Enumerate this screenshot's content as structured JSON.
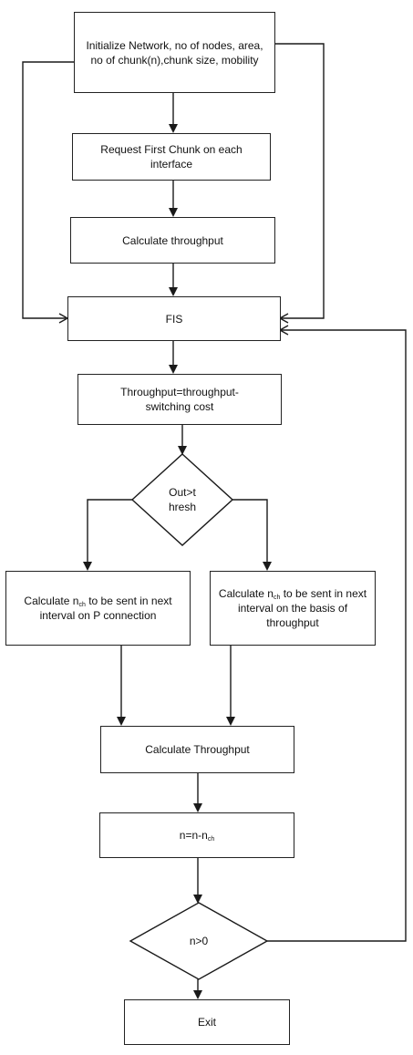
{
  "flowchart": {
    "init": "Initialize Network, no of nodes, area, no of chunk(n),chunk size, mobility",
    "request": "Request First Chunk on each interface",
    "calc_throughput_1": "Calculate throughput",
    "fis": "FIS",
    "throughput_cost": "Throughput=throughput-switching cost",
    "decision_thresh": "Out>t hresh",
    "left_calc": {
      "prefix": "Calculate n",
      "sub": "ch",
      "suffix": " to be sent in next interval on P connection"
    },
    "right_calc": {
      "prefix": "Calculate n",
      "sub": "ch",
      "suffix": " to be sent in next interval on the basis of throughput"
    },
    "calc_throughput_2": "Calculate Throughput",
    "update_n": {
      "prefix": "n=n-n",
      "sub": "ch"
    },
    "decision_n": "n>0",
    "exit": "Exit"
  }
}
